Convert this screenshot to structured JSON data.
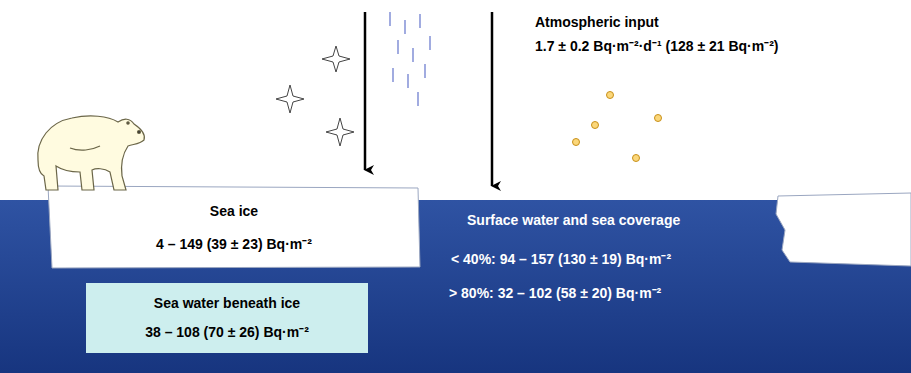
{
  "diagram": {
    "nodes": [
      {
        "text": [
          "Sea ice",
          "4 – 149 (39 ± 23) Bq·m⁻²"
        ]
      },
      {
        "text": [
          "Sea water beneath ice",
          "38 – 108 (70 ± 26) Bq·m⁻²"
        ]
      }
    ],
    "labels": [
      "Atmospheric input",
      "1.7 ± 0.2 Bq·m⁻²·d⁻¹ (128 ± 21 Bq·m⁻²)",
      "Surface water and sea coverage",
      "< 40%:  94 – 157 (130 ± 19) Bq·m⁻²",
      "> 80%:  32 – 102 (58 ± 20) Bq·m⁻²"
    ]
  }
}
